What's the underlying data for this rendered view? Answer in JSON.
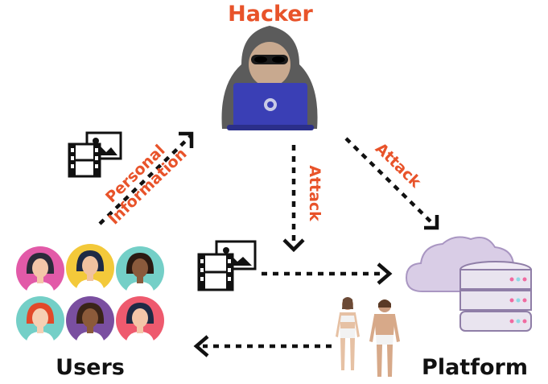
{
  "diagram": {
    "nodes": {
      "hacker": "Hacker",
      "users": "Users",
      "platform": "Platform"
    },
    "edges": {
      "personal_info": "Personal Information",
      "attack_users": "Attack",
      "attack_platform": "Attack"
    },
    "colors": {
      "accent": "#e8532a",
      "text": "#111111",
      "hood": "#5a5a5a",
      "laptop": "#3a3fb5",
      "cloud": "#d9cde6",
      "server": "#e9e4ef",
      "server_led": "#f06aa0"
    },
    "icons": [
      "hacker-icon",
      "media-icon",
      "user-avatar-icon",
      "cloud-server-icon",
      "body-model-icon"
    ],
    "avatars": [
      {
        "bg": "#e25aa8",
        "hair": "#2b2b3a",
        "skin": "#f4c6a8"
      },
      {
        "bg": "#f3c93a",
        "hair": "#1e2a45",
        "skin": "#f1c29f"
      },
      {
        "bg": "#74cfc7",
        "hair": "#2b1a12",
        "skin": "#8a5a3c"
      },
      {
        "bg": "#74cfc7",
        "hair": "#e2492a",
        "skin": "#f6cfb3"
      },
      {
        "bg": "#7a4fa0",
        "hair": "#3a2418",
        "skin": "#8b5a3a"
      },
      {
        "bg": "#ee5a6e",
        "hair": "#1e2a45",
        "skin": "#f4c6a8"
      }
    ]
  }
}
